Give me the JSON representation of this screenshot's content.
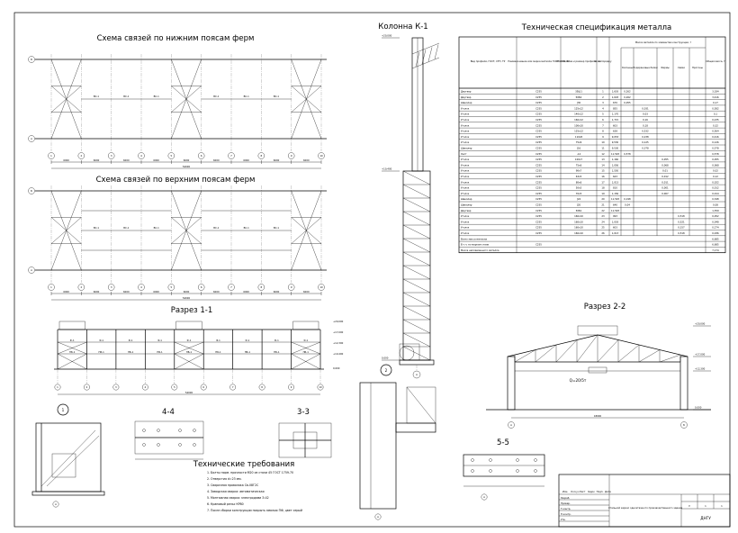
{
  "titles": {
    "lower": "Схема связей по нижним поясам ферм",
    "upper": "Схема связей по верхним поясам ферм",
    "section11": "Разрез 1-1",
    "column": "Колонна К-1",
    "spec": "Техническая спецификация металла",
    "section22": "Разрез 2-2",
    "sec44": "4-4",
    "sec33": "3-3",
    "sec55": "5-5",
    "tech": "Технические требования"
  },
  "axes": {
    "numbers": [
      "1",
      "2",
      "3",
      "4",
      "5",
      "6",
      "7",
      "8",
      "9",
      "10"
    ],
    "letters": [
      "А",
      "Б"
    ],
    "spans": [
      "6000",
      "6000",
      "6000",
      "6000",
      "6000",
      "6000",
      "6000",
      "6000",
      "6000"
    ],
    "total": "54000"
  },
  "section22": {
    "span": "18000",
    "crane": "Q=20/5т",
    "axes": [
      "А",
      "Б"
    ]
  },
  "spec": {
    "head": [
      "Вид профиля, ГОСТ, СТП, ТУ",
      "Наимено-вание или марка металла ГОСТ, СТП, ТУ",
      "Обозначение и размер профиля, мм",
      "№ по порядку",
      "Масса металла по элементам конструкции, т",
      "Общая масса, т"
    ],
    "sub": [
      "Колонны",
      "Подкрановые балки",
      "Фермы",
      "Связи",
      "Прогоны"
    ],
    "rows": [
      [
        "Двутавр",
        "С255",
        "35Ш1",
        "1",
        "1,603",
        "0,262",
        "",
        "",
        "",
        "",
        "3,184"
      ],
      [
        "Двутавр",
        "С255",
        "50Б2",
        "2",
        "1,603",
        "0,262",
        "",
        "",
        "",
        "",
        "3,416"
      ],
      [
        "Швеллер",
        "С255",
        "[30",
        "3",
        "670",
        "0,055",
        "",
        "",
        "",
        "",
        "0,17"
      ],
      [
        "Уголок",
        "С255",
        "125х12",
        "4",
        "855",
        "",
        "0,031",
        "",
        "",
        "",
        "0,582"
      ],
      [
        "Уголок",
        "С255",
        "140х12",
        "5",
        "1,170",
        "",
        "0,03",
        "",
        "",
        "",
        "0,1"
      ],
      [
        "Уголок",
        "С255",
        "160х12",
        "6",
        "1,715",
        "",
        "0,16",
        "",
        "",
        "",
        "0,235"
      ],
      [
        "Уголок",
        "С255",
        "100х10",
        "7",
        "603",
        "",
        "0,18",
        "",
        "",
        "",
        "0,32"
      ],
      [
        "Уголок",
        "С255",
        "125х12",
        "8",
        "638",
        "",
        "0,532",
        "",
        "",
        "",
        "0,564"
      ],
      [
        "Уголок",
        "С255",
        "110х8",
        "9",
        "9,053",
        "",
        "0,238",
        "",
        "",
        "",
        "0,416"
      ],
      [
        "Уголок",
        "С255",
        "75х6",
        "10",
        "9,530",
        "",
        "0,125",
        "",
        "",
        "",
        "0,126"
      ],
      [
        "Швеллер",
        "С255",
        "[16",
        "11",
        "9,530",
        "",
        "0,378",
        "",
        "",
        "",
        "0,578"
      ],
      [
        "Лист",
        "С255",
        "-14",
        "12",
        "11,593",
        "0,578",
        "",
        "",
        "",
        "",
        "0,578"
      ],
      [
        "Уголок",
        "С255",
        "100х7",
        "13",
        "1,160",
        "",
        "",
        "0,055",
        "",
        "",
        "0,055"
      ],
      [
        "Уголок",
        "С255",
        "75х6",
        "14",
        "1,056",
        "",
        "",
        "0,068",
        "",
        "",
        "0,068"
      ],
      [
        "Уголок",
        "С255",
        "90х7",
        "15",
        "1,550",
        "",
        "",
        "0,01",
        "",
        "",
        "0,02"
      ],
      [
        "Уголок",
        "С255",
        "63х5",
        "16",
        "643",
        "",
        "",
        "0,012",
        "",
        "",
        "0,12"
      ],
      [
        "Уголок",
        "С255",
        "80х6",
        "17",
        "1,013",
        "",
        "",
        "0,011",
        "",
        "",
        "0,022"
      ],
      [
        "Уголок",
        "С255",
        "50х5",
        "18",
        "810",
        "",
        "",
        "0,001",
        "",
        "",
        "0,012"
      ],
      [
        "Уголок",
        "С255",
        "70х5",
        "19",
        "1,156",
        "",
        "",
        "0,007",
        "",
        "",
        "0,014"
      ],
      [
        "Швеллер",
        "С255",
        "[24",
        "20",
        "11,593",
        "0,198",
        "",
        "",
        "",
        "",
        "0,348"
      ],
      [
        "Швеллер",
        "С255",
        "[20",
        "21",
        "640",
        "0,04",
        "",
        "",
        "",
        "",
        "0,08"
      ],
      [
        "Двутавр",
        "С255",
        "30Б1",
        "22",
        "11,593",
        "",
        "",
        "",
        "",
        "",
        "1,359"
      ],
      [
        "Уголок",
        "С255",
        "160х10",
        "23",
        "993",
        "",
        "",
        "",
        "0,518",
        "",
        "0,052"
      ],
      [
        "Уголок",
        "С255",
        "160х10",
        "24",
        "1,003",
        "",
        "",
        "",
        "0,521",
        "",
        "0,048"
      ],
      [
        "Уголок",
        "С255",
        "160х10",
        "25",
        "603",
        "",
        "",
        "",
        "0,157",
        "",
        "0,274"
      ],
      [
        "Уголок",
        "С255",
        "160х10",
        "26",
        "1,013",
        "",
        "",
        "",
        "0,518",
        "",
        "0,036"
      ]
    ],
    "totals": [
      [
        "Всего масса металла",
        "",
        "6,685"
      ],
      [
        "В т.ч. по маркам стали",
        "С255",
        "6,685"
      ],
      [
        "Масса наплавленного металла",
        "",
        "7,174"
      ]
    ]
  },
  "requirements": [
    "1. Болты норм. прочности М20 из стали 45 ГОСТ 1759-70",
    "2. Отверстия d=23 мм.",
    "3. Сварочная проволока Св-08Г2С",
    "4. Заводская сварка: автоматическая",
    "5. Монтажная сварка: электродами Э-42",
    "6. Крановый рельс КР80",
    "7. После сборки конструкции покрыть эмалью ПФ, цвет серый"
  ],
  "stamp": {
    "title": "Стальной каркас одноэтажного производственного здания",
    "sheet": "1",
    "sheets": "1",
    "stage": "У",
    "org": "ДНГУ",
    "cols": [
      "Изм.",
      "Кол.уч",
      "Лист",
      "№док",
      "Подп.",
      "Дата"
    ],
    "roles": [
      "Разраб.",
      "Провер.",
      "Т.контр.",
      "Н.контр.",
      "Утв."
    ]
  },
  "marks": {
    "elev1": "+20,000",
    "elev2": "+17,000",
    "elev3": "+12,300",
    "elev4": "+10,400",
    "elev5": "0,000",
    "brace": "ВС-1",
    "truss": "Ф-1",
    "beam": "ПБ-1",
    "node": "2",
    "node1": "1"
  }
}
